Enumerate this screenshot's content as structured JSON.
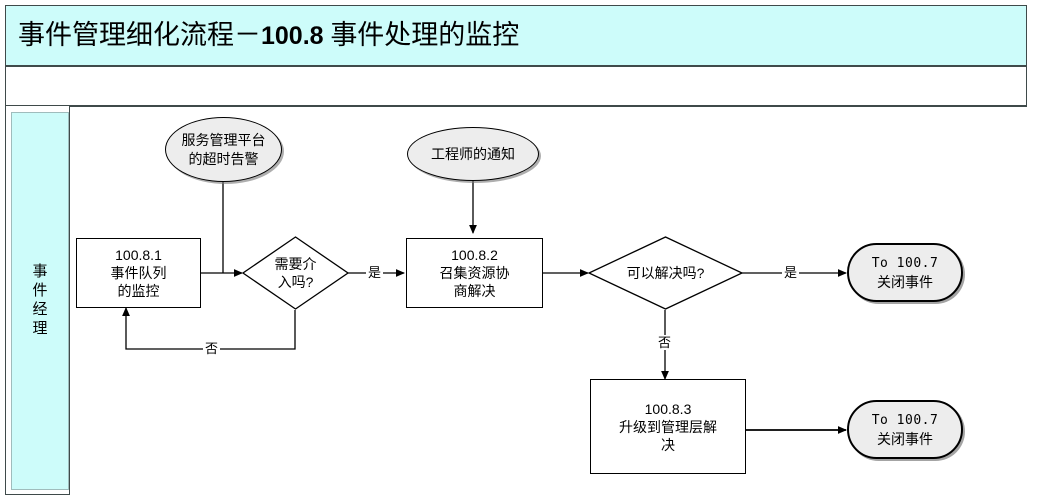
{
  "header": {
    "title_prefix": "事件管理细化流程－",
    "title_code": "100.8",
    "title_suffix": " 事件处理的监控",
    "bg_color": "#cdfcfa",
    "subtitle": ""
  },
  "swimlane": {
    "label": "事件经理",
    "bg_color": "#cdfcfa"
  },
  "diagram": {
    "type": "flowchart",
    "nodes": [
      {
        "id": "alarm-source",
        "shape": "ellipse",
        "lines": [
          "服务管理平台",
          "的超时告警"
        ],
        "fill": "#ededed"
      },
      {
        "id": "engineer-notice",
        "shape": "ellipse",
        "lines": [
          "工程师的通知"
        ],
        "fill": "#ededed"
      },
      {
        "id": "step-100-8-1",
        "shape": "process",
        "code": "100.8.1",
        "lines": [
          "事件队列",
          "的监控"
        ],
        "fill": "#ffffff"
      },
      {
        "id": "decision-need-intervene",
        "shape": "diamond",
        "lines": [
          "需要介",
          "入吗?"
        ],
        "fill": "#ffffff"
      },
      {
        "id": "step-100-8-2",
        "shape": "process",
        "code": "100.8.2",
        "lines": [
          "召集资源协",
          "商解决"
        ],
        "fill": "#ffffff"
      },
      {
        "id": "decision-can-resolve",
        "shape": "diamond",
        "lines": [
          "可以解决吗?"
        ],
        "fill": "#ffffff"
      },
      {
        "id": "terminator-close-top",
        "shape": "terminator",
        "ref": "To 100.7",
        "lines": [
          "关闭事件"
        ],
        "fill": "#ededed"
      },
      {
        "id": "step-100-8-3",
        "shape": "process",
        "code": "100.8.3",
        "lines": [
          "升级到管理层解",
          "决"
        ],
        "fill": "#ffffff"
      },
      {
        "id": "terminator-close-bottom",
        "shape": "terminator",
        "ref": "To 100.7",
        "lines": [
          "关闭事件"
        ],
        "fill": "#ededed"
      }
    ],
    "edge_labels": {
      "need_intervene_yes": "是",
      "need_intervene_no": "否",
      "can_resolve_yes": "是",
      "can_resolve_no": "否"
    }
  }
}
